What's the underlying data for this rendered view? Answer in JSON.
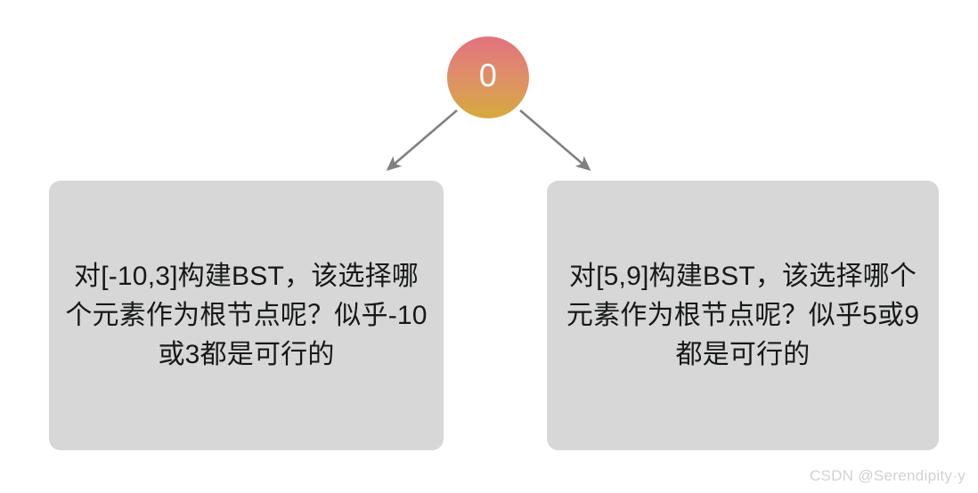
{
  "diagram": {
    "type": "binary-tree-fragment",
    "root": {
      "label": "0",
      "icon": "circle-node",
      "gradient_top": "#e0727a",
      "gradient_bottom": "#d7a93c",
      "text_color": "#ffffff"
    },
    "edges": [
      {
        "name": "edge-root-to-left",
        "from": "root",
        "to": "left-box",
        "color": "#808080",
        "arrowhead": "filled-triangle"
      },
      {
        "name": "edge-root-to-right",
        "from": "root",
        "to": "right-box",
        "color": "#808080",
        "arrowhead": "filled-triangle"
      }
    ],
    "boxes": [
      {
        "id": "left-box",
        "text": "对[-10,3]构建BST，该选择哪个元素作为根节点呢？似乎-10或3都是可行的",
        "background": "#d7d7d7",
        "text_color": "#16181a"
      },
      {
        "id": "right-box",
        "text": "对[5,9]构建BST，该选择哪个元素作为根节点呢？似乎5或9都是可行的",
        "background": "#d7d7d7",
        "text_color": "#16181a"
      }
    ]
  },
  "watermark": {
    "text": "CSDN @Serendipity·y",
    "color": "#d2d2d2"
  }
}
